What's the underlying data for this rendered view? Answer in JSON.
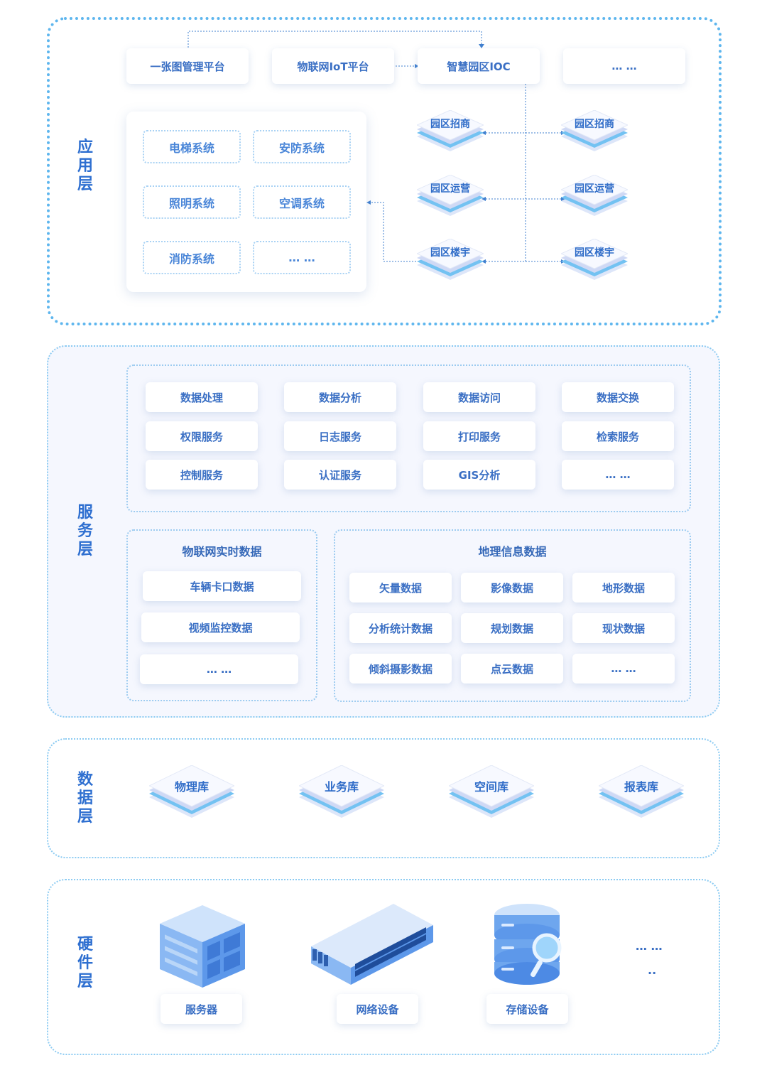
{
  "layers": {
    "app": {
      "title": [
        "应",
        "用",
        "层"
      ],
      "top_cards": [
        "一张图管理平台",
        "物联网IoT平台",
        "智慧园区IOC",
        "… …"
      ],
      "systems": [
        "电梯系统",
        "安防系统",
        "照明系统",
        "空调系统",
        "消防系统",
        "… …"
      ],
      "iso_left": [
        "园区招商",
        "园区运营",
        "园区楼宇"
      ],
      "iso_right": [
        "园区招商",
        "园区运营",
        "园区楼宇"
      ]
    },
    "service": {
      "title": [
        "服",
        "务",
        "层"
      ],
      "grid": [
        [
          "数据处理",
          "数据分析",
          "数据访问",
          "数据交换"
        ],
        [
          "权限服务",
          "日志服务",
          "打印服务",
          "检索服务"
        ],
        [
          "控制服务",
          "认证服务",
          "GIS分析",
          "… …"
        ]
      ],
      "iot": {
        "title": "物联网实时数据",
        "items": [
          "车辆卡口数据",
          "视频监控数据",
          "… …"
        ]
      },
      "geo": {
        "title": "地理信息数据",
        "items": [
          [
            "矢量数据",
            "影像数据",
            "地形数据"
          ],
          [
            "分析统计数据",
            "规划数据",
            "现状数据"
          ],
          [
            "倾斜摄影数据",
            "点云数据",
            "… …"
          ]
        ]
      }
    },
    "data": {
      "title": [
        "数",
        "据",
        "层"
      ],
      "stores": [
        "物理库",
        "业务库",
        "空间库",
        "报表库"
      ]
    },
    "hardware": {
      "title": [
        "硬",
        "件",
        "层"
      ],
      "devices": [
        "服务器",
        "网络设备",
        "存储设备"
      ],
      "more": "… …",
      "more2": ".."
    }
  },
  "colors": {
    "accent": "#2e6fd0",
    "dotted": "#5eb6ee",
    "iso_top": "#f4f7ff",
    "iso_base": "#73c2f2"
  }
}
